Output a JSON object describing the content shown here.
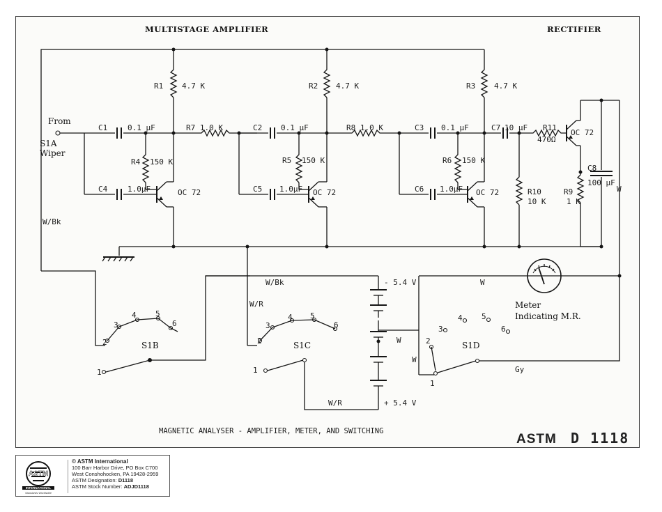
{
  "diagram": {
    "title_amp": "MULTISTAGE AMPLIFIER",
    "title_rect": "RECTIFIER",
    "caption": "MAGNETIC ANALYSER - AMPLIFIER, METER, AND SWITCHING",
    "stamp_astm": "ASTM",
    "stamp_number": "D 1118",
    "input_from": "From",
    "input_src": "S1A",
    "input_wiper": "Wiper",
    "c1": "C1",
    "c1_val": "0.1 µF",
    "c2": "C2",
    "c2_val": "0.1 µF",
    "c3": "C3",
    "c3_val": "0.1 µF",
    "c4": "C4",
    "c4_val": "1.0µF",
    "c5": "C5",
    "c5_val": "1.0µF",
    "c6": "C6",
    "c6_val": "1.0µF",
    "c7": "C7",
    "c7_val": "10 µF",
    "c8": "C8",
    "c8_val": "100 µF",
    "r1": "R1",
    "r1_val": "4.7 K",
    "r2": "R2",
    "r2_val": "4.7 K",
    "r3": "R3",
    "r3_val": "4.7 K",
    "r4": "R4",
    "r4_val": "150 K",
    "r5": "R5",
    "r5_val": "150 K",
    "r6": "R6",
    "r6_val": "150 K",
    "r7": "R7 1.0 K",
    "r8": "R8 1.0 K",
    "r9": "R9",
    "r9_val": "1 K",
    "r10": "R10",
    "r10_val": "10 K",
    "r11": "R11",
    "r11_val": "470Ω",
    "transistor": "OC 72",
    "wire_wbk": "W/Bk",
    "wire_wr": "W/R",
    "wire_w": "W",
    "wire_gy": "Gy",
    "batt_neg": "- 5.4 V",
    "batt_pos": "+ 5.4 V",
    "meter_label1": "Meter",
    "meter_label2": "Indicating M.R.",
    "switch_s1b": "S1B",
    "switch_s1c": "S1C",
    "switch_s1d": "S1D",
    "pos": [
      "1",
      "2",
      "3",
      "4",
      "5",
      "6"
    ]
  },
  "footer": {
    "copyright": "© ASTM International",
    "address1": "100 Barr Harbor Drive, PO Box C700",
    "address2": "West Conshohocken, PA 19428-2959",
    "designation_label": "ASTM Designation:",
    "designation": "D1118",
    "stock_label": "ASTM Stock Number:",
    "stock": "ADJD1118",
    "logo_text": "INTERNATIONAL",
    "logo_tagline": "Standards Worldwide"
  }
}
